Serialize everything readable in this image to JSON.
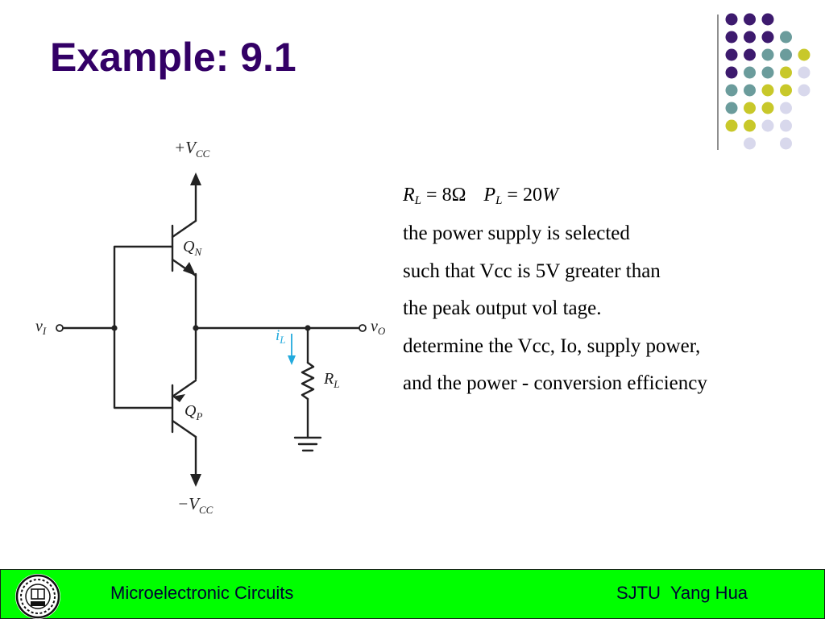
{
  "slide": {
    "title": "Example: 9.1"
  },
  "theme": {
    "title_color": "#330066",
    "footer_color": "#00ff00",
    "dot_colors": [
      "#3d1a6e",
      "#6b9c9c",
      "#c8c82a",
      "#d8d8ec"
    ],
    "wire_color": "#222222",
    "current_arrow_color": "#22aadd"
  },
  "circuit": {
    "supply_pos_main": "+V",
    "supply_pos_sub": "CC",
    "supply_neg_main": "−V",
    "supply_neg_sub": "CC",
    "qn_main": "Q",
    "qn_sub": "N",
    "qp_main": "Q",
    "qp_sub": "P",
    "vi_main": "v",
    "vi_sub": "I",
    "vo_main": "v",
    "vo_sub": "O",
    "il_main": "i",
    "il_sub": "L",
    "rl_main": "R",
    "rl_sub": "L"
  },
  "given": {
    "r_var": "R",
    "r_sub": "L",
    "r_value": "8Ω",
    "p_var": "P",
    "p_sub": "L",
    "p_value": "20",
    "p_unit": "W"
  },
  "problem_lines": [
    "the power supply is selected",
    "such that Vcc is 5V greater than",
    "the peak output vol tage.",
    "determine the Vcc, Io, supply power,",
    "and the power - conversion efficiency"
  ],
  "footer": {
    "course": "Microelectronic Circuits",
    "author": "SJTU  Yang Hua"
  }
}
